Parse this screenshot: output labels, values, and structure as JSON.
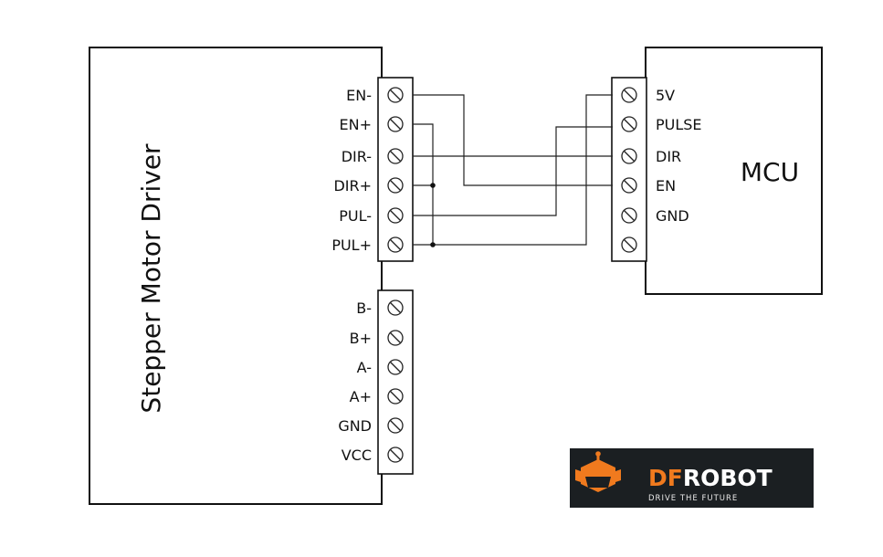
{
  "driver": {
    "title": "Stepper Motor Driver",
    "top_pins": [
      "EN-",
      "EN+",
      "DIR-",
      "DIR+",
      "PUL-",
      "PUL+"
    ],
    "bottom_pins": [
      "B-",
      "B+",
      "A-",
      "A+",
      "GND",
      "VCC"
    ]
  },
  "mcu": {
    "title": "MCU",
    "pins": [
      "5V",
      "PULSE",
      "DIR",
      "EN",
      "GND",
      ""
    ]
  },
  "logo": {
    "brand_df": "DF",
    "brand_robot": "ROBOT",
    "tagline": "DRIVE THE FUTURE",
    "bg_color": "#1b1f22",
    "accent_color": "#f07a1e"
  },
  "colors": {
    "line": "#111111"
  }
}
